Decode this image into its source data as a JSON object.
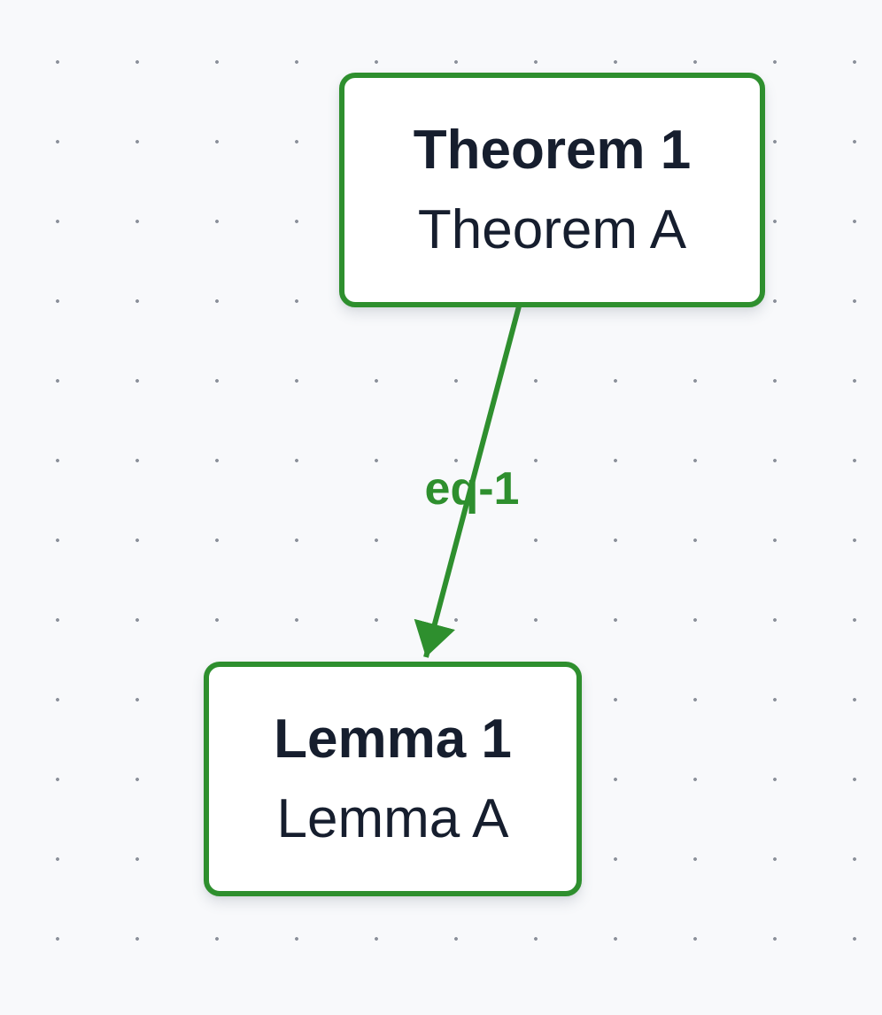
{
  "colors": {
    "accent_green": "#2e8f2e",
    "node_background": "#ffffff",
    "text_dark": "#161e2e",
    "canvas_background": "#f8f9fb",
    "grid_dot": "#8b909a"
  },
  "diagram": {
    "type": "node-link-graph",
    "nodes": [
      {
        "id": "theorem-1",
        "title": "Theorem 1",
        "subtitle": "Theorem A"
      },
      {
        "id": "lemma-1",
        "title": "Lemma 1",
        "subtitle": "Lemma A"
      }
    ],
    "edges": [
      {
        "from": "theorem-1",
        "to": "lemma-1",
        "label": "eq-1",
        "arrow": "filled-triangle"
      }
    ]
  }
}
